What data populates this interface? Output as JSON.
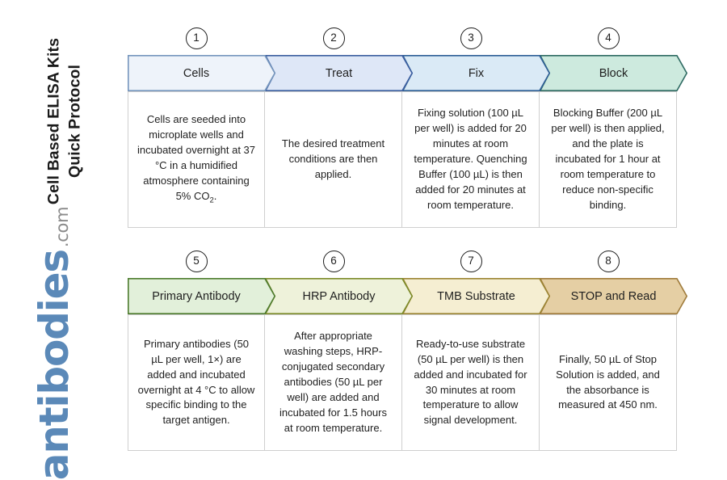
{
  "title": {
    "line1": "Cell Based ELISA Kits",
    "line2": "Quick Protocol"
  },
  "logo": {
    "name": "antibodies",
    "tld": ".com",
    "name_color": "#5b89b8",
    "tld_color": "#8b8b8b"
  },
  "rows": [
    {
      "steps": [
        {
          "number": "1",
          "label": "Cells",
          "fill": "#eef3fa",
          "stroke": "#7696bd",
          "body_pre": "Cells are seeded into microplate wells and incubated overnight at 37 °C in a humidified atmosphere containing 5% CO",
          "body_sub": "2",
          "body_post": "."
        },
        {
          "number": "2",
          "label": "Treat",
          "fill": "#dee7f7",
          "stroke": "#3c5fa0",
          "body": "The desired treatment conditions are then applied."
        },
        {
          "number": "3",
          "label": "Fix",
          "fill": "#daeaf6",
          "stroke": "#2e5f96",
          "body": "Fixing solution (100 µL per well) is added for 20 minutes at room temperature. Quenching Buffer (100 µL) is then added for 20 minutes at room temperature."
        },
        {
          "number": "4",
          "label": "Block",
          "fill": "#cdeade",
          "stroke": "#2f6b63",
          "body": "Blocking Buffer (200 µL per well) is then applied, and the plate is incubated for 1 hour at room temperature to reduce non-specific binding."
        }
      ]
    },
    {
      "steps": [
        {
          "number": "5",
          "label": "Primary Antibody",
          "fill": "#e2f0da",
          "stroke": "#4e7c2f",
          "body": "Primary antibodies (50 µL per well, 1×) are added and incubated overnight at 4 °C to allow specific binding to the target antigen."
        },
        {
          "number": "6",
          "label": "HRP Antibody",
          "fill": "#eef2da",
          "stroke": "#7d8b2a",
          "body": "After appropriate washing steps, HRP-conjugated secondary antibodies (50 µL per well) are added and incubated for 1.5 hours at room temperature."
        },
        {
          "number": "7",
          "label": "TMB Substrate",
          "fill": "#f5eed2",
          "stroke": "#9c8534",
          "body": "Ready-to-use substrate (50 µL per well) is then added and incubated for 30 minutes at room temperature to allow signal development."
        },
        {
          "number": "8",
          "label": "STOP and Read",
          "fill": "#e5cfa4",
          "stroke": "#a07c3c",
          "body": "Finally, 50 µL of Stop Solution is added, and the absorbance is measured at 450 nm."
        }
      ]
    }
  ]
}
